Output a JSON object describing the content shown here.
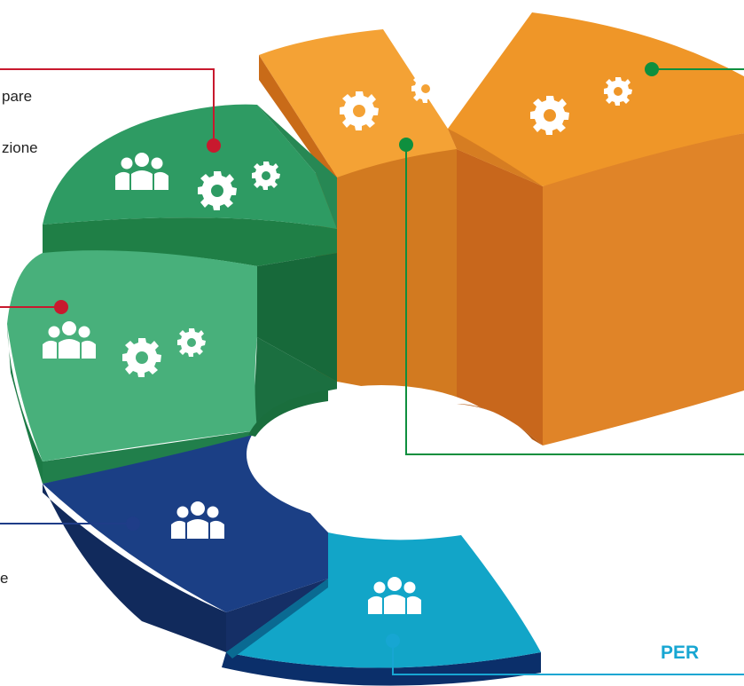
{
  "diagram": {
    "segments": [
      {
        "id": "orange-right",
        "color_top": "#ef9628",
        "color_side": "#c8671c",
        "icon": "gears-icon"
      },
      {
        "id": "orange-left",
        "color_top": "#f5a238",
        "color_side": "#d67d22",
        "icon": "gears-icon"
      },
      {
        "id": "green-upper",
        "color_top": "#2e9b63",
        "color_side": "#1c7a45",
        "icon": "people-gears-icon"
      },
      {
        "id": "green-lower",
        "color_top": "#48b07b",
        "color_side": "#259050",
        "icon": "people-gears-icon"
      },
      {
        "id": "navy",
        "color_top": "#1b3f85",
        "color_side": "#152f66",
        "icon": "people-icon"
      },
      {
        "id": "cyan",
        "color_top": "#12a5c8",
        "color_side": "#0b3f86",
        "icon": "people-icon"
      }
    ],
    "callouts": [
      {
        "color": "#c8192e",
        "text": "pare"
      },
      {
        "color": "#c8192e",
        "text": "zione"
      },
      {
        "color": "#c8192e",
        "text": ""
      },
      {
        "color": "#1f3d88",
        "text": "e"
      },
      {
        "color": "#0e8f3e",
        "text": ""
      },
      {
        "color": "#0e8f3e",
        "text": ""
      },
      {
        "color": "#17a6d2",
        "text": "PER"
      }
    ]
  }
}
